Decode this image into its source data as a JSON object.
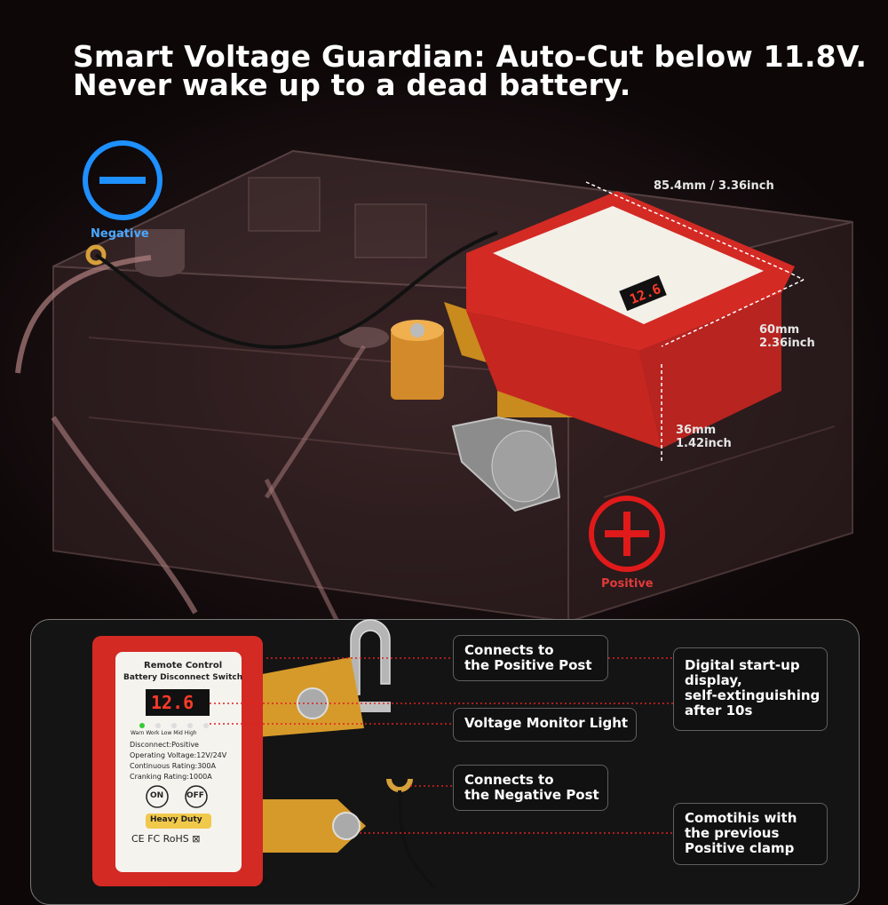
{
  "headline": {
    "line1": "Smart Voltage Guardian: Auto-Cut below 11.8V.",
    "line2": "Never wake up to a dead battery."
  },
  "polarity": {
    "negative_label": "Negative",
    "positive_label": "Positive",
    "negative_color": "#1e90ff",
    "positive_color": "#e01a1a"
  },
  "dimensions": {
    "length": "85.4mm / 3.36inch",
    "width_mm": "60mm",
    "width_in": "2.36inch",
    "height_mm": "36mm",
    "height_in": "1.42inch"
  },
  "device": {
    "title1": "Remote Control",
    "title2": "Battery Disconnect Switch",
    "display": "12.6",
    "leds": [
      "Warn",
      "Work",
      "Low",
      "Mid",
      "High"
    ],
    "spec1": "Disconnect:Positive",
    "spec2": "Operating Voltage:12V/24V",
    "spec3": "Continuous Rating:300A",
    "spec4": "Cranking Rating:1000A",
    "on_label": "ON",
    "off_label": "OFF",
    "badge": "Heavy Duty",
    "certs": "CE  FC  RoHS  ⊠",
    "body_color": "#d42a24"
  },
  "callouts": {
    "positive_post": [
      "Connects to",
      "the Positive Post"
    ],
    "monitor_light": [
      "Voltage Monitor Light"
    ],
    "negative_post": [
      "Connects to",
      "the Negative Post"
    ],
    "startup": [
      "Digital start-up",
      "display,",
      "self-extinguishing",
      "after 10s"
    ],
    "compat": [
      "Comotihis with",
      "the previous",
      "Positive clamp"
    ]
  }
}
